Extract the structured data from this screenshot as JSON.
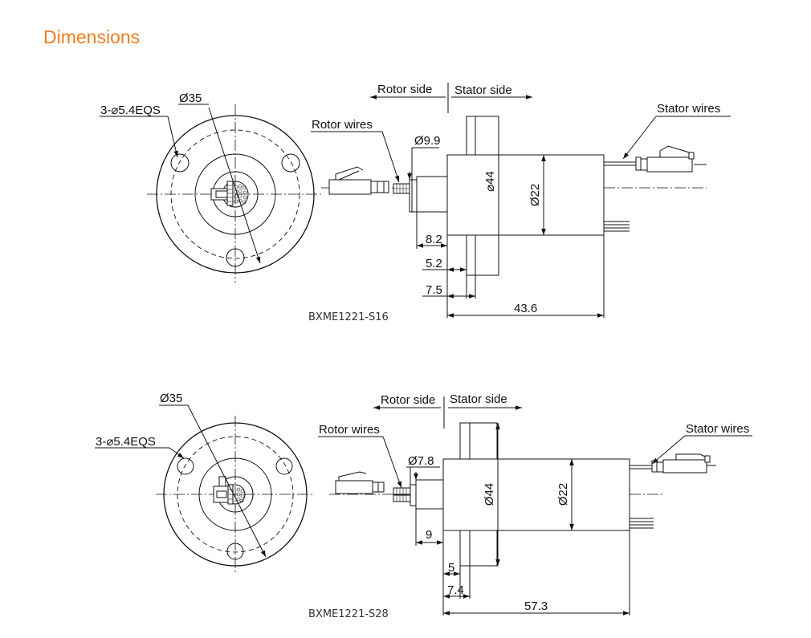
{
  "title": "Dimensions",
  "models": [
    {
      "caption": "BXME1221-S16",
      "front": {
        "flange_dia": "Ø35",
        "holes": "3-⌀5.4EQS"
      },
      "side": {
        "rotor_side": "Rotor side",
        "stator_side": "Stator side",
        "rotor_wires": "Rotor wires",
        "stator_wires": "Stator wires",
        "shaft_dia": "Ø9.9",
        "flange_dia": "⌀44",
        "body_dia": "Ø22",
        "dim_a": "8.2",
        "dim_b": "5.2",
        "dim_c": "7.5",
        "length": "43.6"
      }
    },
    {
      "caption": "BXME1221-S28",
      "front": {
        "flange_dia": "Ø35",
        "holes": "3-⌀5.4EQS"
      },
      "side": {
        "rotor_side": "Rotor side",
        "stator_side": "Stator side",
        "rotor_wires": "Rotor wires",
        "stator_wires": "Stator wires",
        "shaft_dia": "Ø7.8",
        "flange_dia": "Ø44",
        "body_dia": "Ø22",
        "dim_a": "9",
        "dim_b": "5",
        "dim_c": "7.4",
        "length": "57.3"
      }
    }
  ]
}
